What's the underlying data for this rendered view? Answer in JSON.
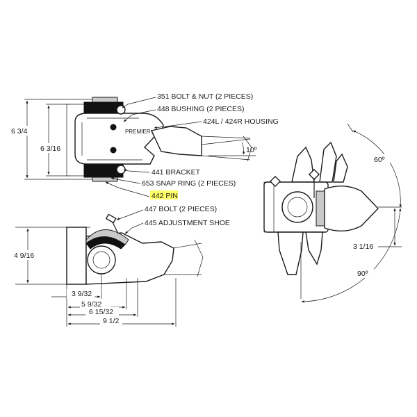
{
  "callouts": {
    "bolt_nut": "351 BOLT & NUT (2 PIECES)",
    "bushing": "448 BUSHING (2 PIECES)",
    "housing": "424L / 424R HOUSING",
    "bracket": "441 BRACKET",
    "snap_ring": "653 SNAP RING (2 PIECES)",
    "pin": "442 PIN",
    "bolt": "447 BOLT (2 PIECES)",
    "adjustment_shoe": "445 ADJUSTMENT SHOE"
  },
  "brand_text": "PREMIER",
  "dimensions": {
    "overall_height": "6 3/4",
    "inner_height": "6 3/16",
    "angle_10": "10º",
    "side_height": "4 9/16",
    "len_1": "3 9/32",
    "len_2": "5 9/32",
    "len_3": "6 15/32",
    "len_4": "9 1/2",
    "angle_60": "60º",
    "angle_90": "90º",
    "offset": "3 1/16"
  },
  "colors": {
    "line": "#1a1a1a",
    "highlight": "#ffff66",
    "part_fill": "#c9c9c9"
  }
}
